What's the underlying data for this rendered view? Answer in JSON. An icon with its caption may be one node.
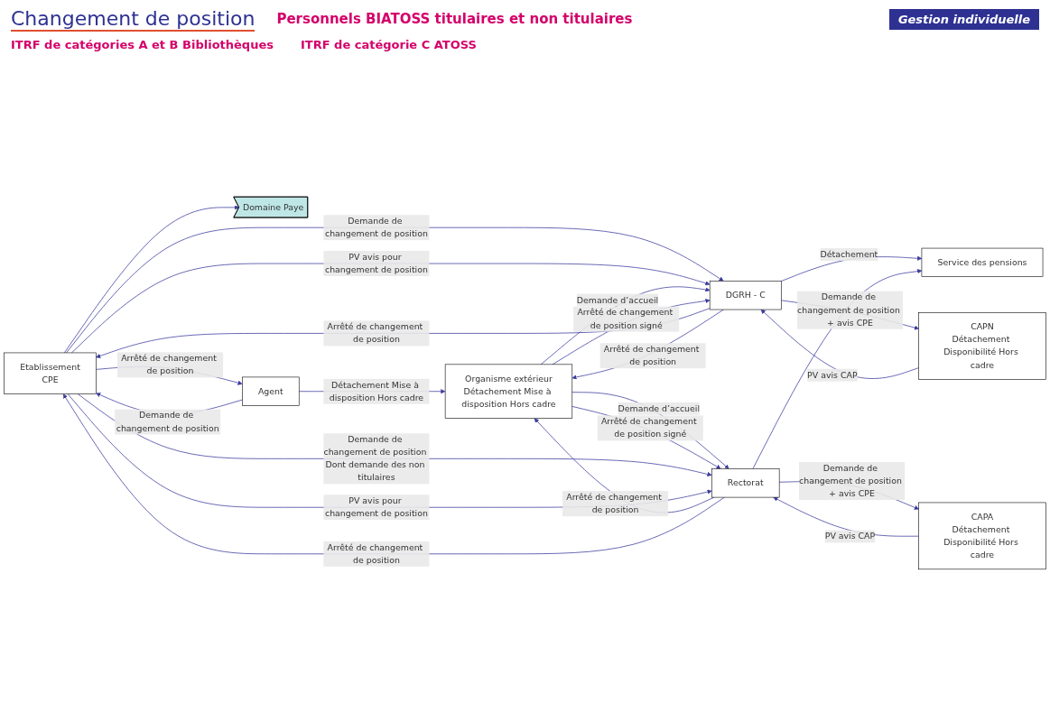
{
  "diagram": {
    "title": "Changement de position",
    "nodes": [
      {
        "text": [
          "Etablissement",
          "CPE"
        ]
      },
      {
        "text": [
          "Domaine Paye"
        ]
      },
      {
        "text": [
          "Agent"
        ]
      },
      {
        "text": [
          "Organisme extérieur",
          "Détachement Mise à disposition Hors cadre"
        ]
      },
      {
        "text": [
          "DGRH - C"
        ]
      },
      {
        "text": [
          "CAPN",
          "Détachement Disponibilité Hors cadre"
        ]
      },
      {
        "text": [
          "Service des pensions"
        ]
      },
      {
        "text": [
          "Rectorat"
        ]
      },
      {
        "text": [
          "CAPA",
          "Détachement Disponibilité Hors cadre"
        ]
      }
    ],
    "edges": [
      {
        "from": 0,
        "to": 1,
        "arrow": "to"
      },
      {
        "from": 0,
        "to": 2,
        "arrow": "to",
        "label": "Arrêté de changement de position"
      },
      {
        "from": 2,
        "to": 0,
        "arrow": "to",
        "label": "Demande de changement de position"
      },
      {
        "from": 2,
        "to": 3,
        "arrow": "to",
        "label": "Détachement Mise à disposition Hors cadre"
      },
      {
        "from": 0,
        "to": 4,
        "arrow": "to",
        "label": "Demande de changement de position"
      },
      {
        "from": 0,
        "to": 4,
        "arrow": "to",
        "label": "PV avis pour changement de position"
      },
      {
        "from": 4,
        "to": 0,
        "arrow": "to",
        "label": "Arrêté de changement de position"
      },
      {
        "from": 4,
        "to": 6,
        "arrow": "to",
        "label": "Détachement"
      },
      {
        "from": 7,
        "to": 6,
        "arrow": "to"
      },
      {
        "from": 3,
        "to": 4,
        "arrow": "to",
        "label": "Demande d’accueil"
      },
      {
        "from": 4,
        "to": 3,
        "arrow": "to",
        "label": "Arrêté de changement de position"
      },
      {
        "from": 3,
        "to": 4,
        "arrow": "to",
        "label": "Arrêté de changement de position signé"
      },
      {
        "from": 4,
        "to": 5,
        "arrow": "to",
        "label": "Demande de changement de position + avis CPE"
      },
      {
        "from": 5,
        "to": 4,
        "arrow": "to",
        "label": "PV avis CAP"
      },
      {
        "from": 3,
        "to": 7,
        "arrow": "to",
        "label": "Demande d’accueil"
      },
      {
        "from": 7,
        "to": 3,
        "arrow": "to",
        "label": "Arrêté de changement de position"
      },
      {
        "from": 3,
        "to": 7,
        "arrow": "to",
        "label": "Arrêté de changement de position signé"
      },
      {
        "from": 7,
        "to": 0,
        "arrow": "to",
        "label": "Arrêté de changement de position"
      },
      {
        "from": 0,
        "to": 7,
        "arrow": "to",
        "label": "Demande de changement de position Dont demande des non titulaires"
      },
      {
        "from": 0,
        "to": 7,
        "arrow": "to",
        "label": "PV avis pour changement de position"
      },
      {
        "from": 7,
        "to": 8,
        "arrow": "to",
        "label": "Demande de changement de position + avis CPE"
      },
      {
        "from": 8,
        "to": 7,
        "arrow": "to",
        "label": "PV avis CAP"
      }
    ],
    "labels": [
      "Gestion individuelle",
      "Personnels BIATOSS titulaires et non titulaires",
      "ITRF de catégories A et B Bibliothèques",
      "ITRF de catégorie C ATOSS"
    ]
  }
}
